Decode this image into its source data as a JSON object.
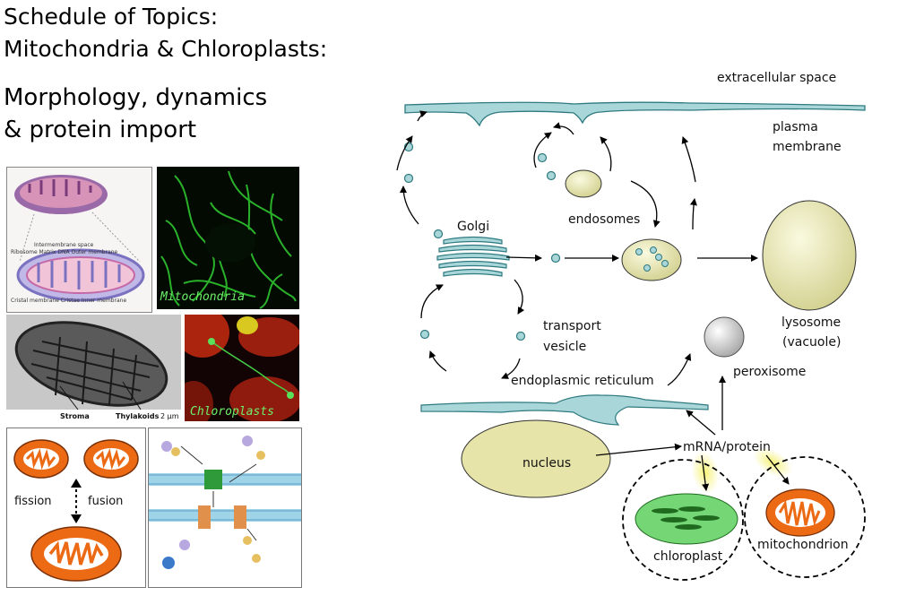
{
  "title": {
    "line1": "Schedule of Topics:",
    "line2": "Mitochondria & Chloroplasts:",
    "line3": "Morphology, dynamics",
    "line4": "& protein import"
  },
  "panels": {
    "mito_micrograph_caption": "Mitochondria",
    "chloro_micrograph_caption": "Chloroplasts",
    "em_labels": [
      "Stroma",
      "Thylakoids",
      "2 µm"
    ],
    "dynamics": {
      "fission": "fission",
      "fusion": "fusion"
    }
  },
  "diagram": {
    "labels": {
      "extracellular": "extracellular space",
      "plasma1": "plasma",
      "plasma2": "membrane",
      "golgi": "Golgi",
      "endosomes": "endosomes",
      "lysosome1": "lysosome",
      "lysosome2": "(vacuole)",
      "transport1": "transport",
      "transport2": "vesicle",
      "er": "endoplasmic reticulum",
      "peroxisome": "peroxisome",
      "nucleus": "nucleus",
      "mrna": "mRNA/protein",
      "chloroplast": "chloroplast",
      "mitochondrion": "mitochondrion"
    }
  },
  "colors": {
    "membrane": "#a9d7d9",
    "organelle_fill": "#e6e4a8",
    "mito_orange": "#ec6a14",
    "chloro_green": "#3f9c3f",
    "caption_green": "#6ef06a"
  }
}
